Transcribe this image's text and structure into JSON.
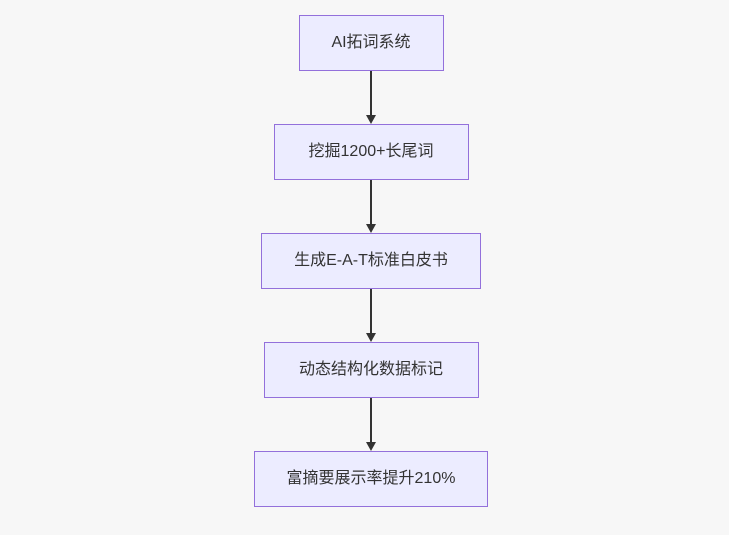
{
  "diagram": {
    "type": "flowchart-top-down",
    "nodes": [
      {
        "id": "node-1",
        "label": "AI拓词系统"
      },
      {
        "id": "node-2",
        "label": "挖掘1200+长尾词"
      },
      {
        "id": "node-3",
        "label": "生成E-A-T标准白皮书"
      },
      {
        "id": "node-4",
        "label": "动态结构化数据标记"
      },
      {
        "id": "node-5",
        "label": "富摘要展示率提升210%"
      }
    ],
    "edges": [
      {
        "from": "node-1",
        "to": "node-2"
      },
      {
        "from": "node-2",
        "to": "node-3"
      },
      {
        "from": "node-3",
        "to": "node-4"
      },
      {
        "from": "node-4",
        "to": "node-5"
      }
    ],
    "colors": {
      "background": "#f7f7f7",
      "node_fill": "#ececff",
      "node_border": "#9370db",
      "node_text": "#333333",
      "arrow": "#333333"
    }
  }
}
